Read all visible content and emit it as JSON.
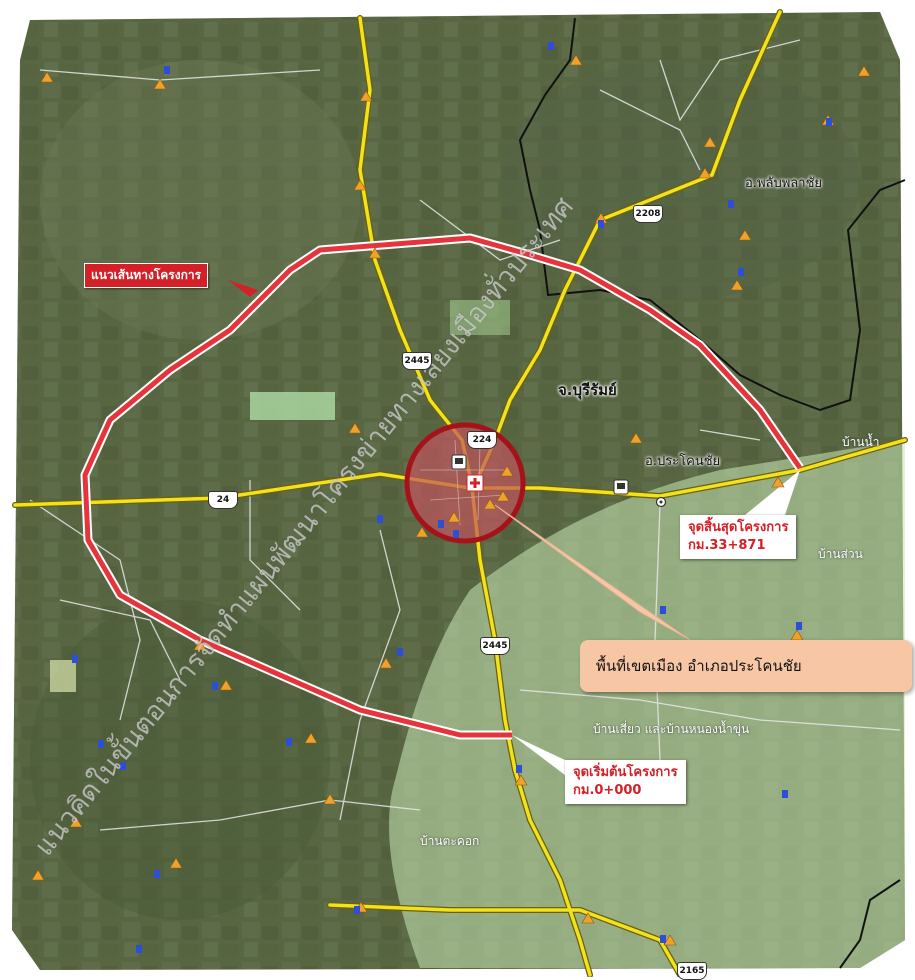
{
  "labels": {
    "project_route": "แนวเส้นทางโครงการ",
    "end_point_title": "จุดสิ้นสุดโครงการ",
    "end_point_km": "กม.33+871",
    "start_point_title": "จุดเริ่มต้นโครงการ",
    "start_point_km": "กม.0+000",
    "urban_area": "พื้นที่เขตเมือง อำเภอประโคนชัย",
    "province": "จ.บุรีรัมย์",
    "district_prakhon_chai": "อ.ประโคนชัย",
    "district_phlapphla_chai": "อ.พลับพลาชัย",
    "village_1": "บ้านน้ำ",
    "village_2": "บ้านส่วน",
    "village_3": "บ้านเสี่ยว และบ้านหนองน้ำขุ่น",
    "village_4": "บ้านตะคอก"
  },
  "watermark": {
    "line_1": "แนวคิดในขั้นตอนการจัดทำแผนพัฒนาโครงข่ายทางเลี่ยงเมืองทั่วประเทศ"
  },
  "road_shields": {
    "r24": "24",
    "r224": "224",
    "r2445_north": "2445",
    "r2445_south": "2445",
    "r2208": "2208",
    "r2165": "2165"
  },
  "colors": {
    "route_red": "#e6343c",
    "road_yellow": "#f2e21c",
    "circle_dark_red": "#a5121a",
    "urban_fill": "#c0565e",
    "callout_peach": "#f7c7a5",
    "green_zone": "#bfe0a6"
  },
  "icons": [
    "triangle-marker-icon",
    "flag-marker-icon",
    "hospital-icon",
    "bus-stop-icon"
  ]
}
